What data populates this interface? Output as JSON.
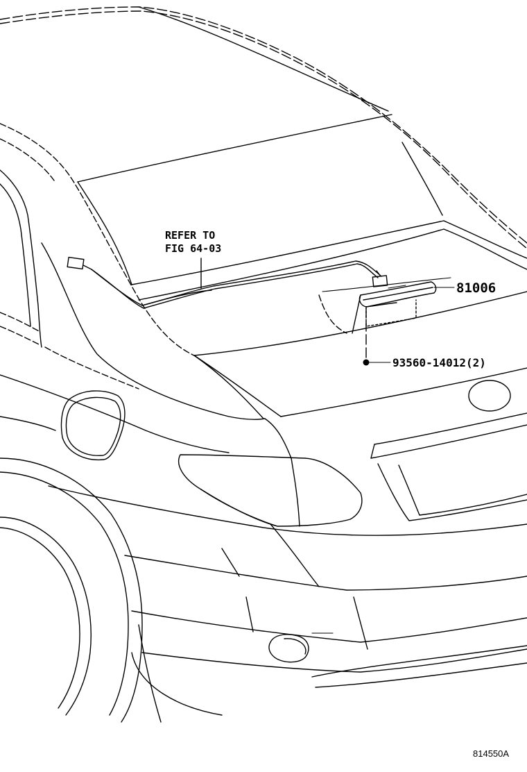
{
  "callouts": {
    "refer_line1": "REFER TO",
    "refer_line2": "FIG 64-03",
    "part_main": "81006",
    "part_screw": "93560-14012(2)"
  },
  "figure_id": "814550A"
}
